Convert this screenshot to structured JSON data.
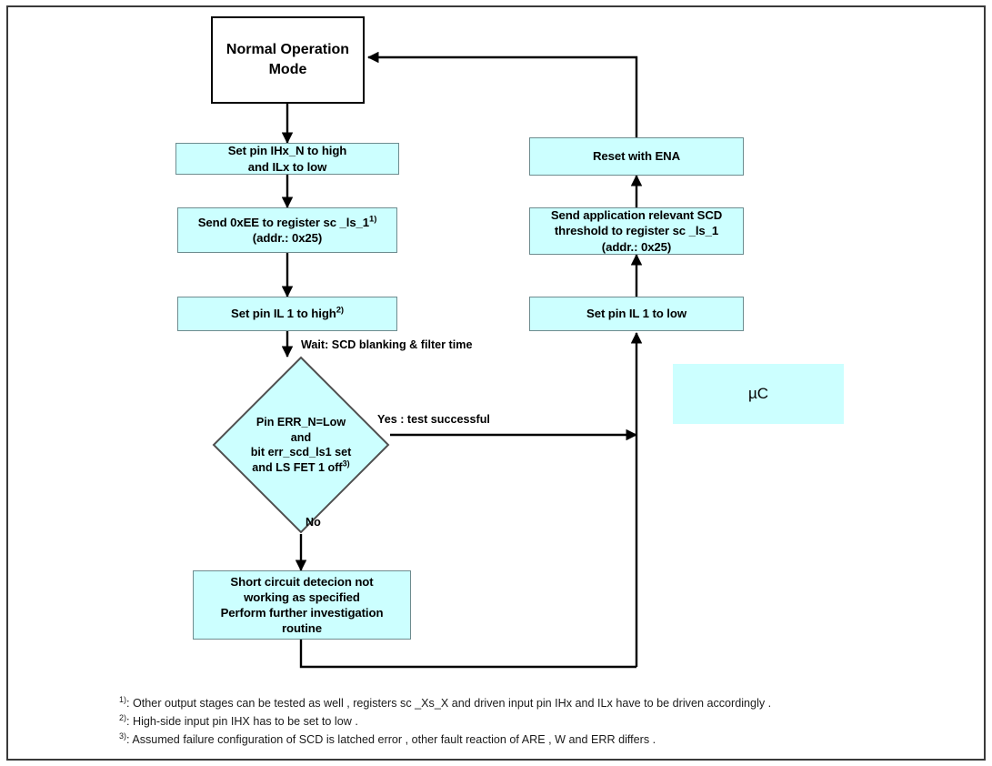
{
  "diagram": {
    "title": "SCD low-side test flow",
    "colors": {
      "node_fill": "#CCFFFF",
      "node_border": "#6E8C8F",
      "terminal_border": "#000000",
      "line": "#000000",
      "frame": "#3A3A3A",
      "background": "#FFFFFF"
    },
    "terminal": {
      "label": "Normal Operation\nMode"
    },
    "left_nodes": [
      {
        "id": "set-ihx-n",
        "label": "Set pin IHx_N to high\nand ILx to low"
      },
      {
        "id": "send-0xee",
        "label_line1": "Send 0xEE to register sc _ls_1",
        "footnote": "1)",
        "label_line2": "(addr.: 0x25)"
      },
      {
        "id": "set-il1-high",
        "label_line1": "Set pin IL 1 to high",
        "footnote": "2)"
      },
      {
        "id": "failure-note",
        "label": "Short circuit detecion not\nworking as specified\nPerform further investigation\nroutine"
      }
    ],
    "decision": {
      "id": "err-check",
      "label_line1": "Pin ERR_N=Low",
      "label_line2": "and",
      "label_line3": "bit err_scd_ls1 set",
      "label_line4": "and LS FET 1 off",
      "footnote": "3)",
      "yes_label": "Yes : test successful",
      "no_label": "No"
    },
    "right_nodes": [
      {
        "id": "reset-ena",
        "label": "Reset with ENA"
      },
      {
        "id": "send-threshold",
        "label": "Send application relevant SCD\nthreshold to register sc _ls_1\n(addr.: 0x25)"
      },
      {
        "id": "set-il1-low",
        "label": "Set pin IL 1 to low"
      }
    ],
    "wait_label": "Wait: SCD blanking  & filter time",
    "legend": {
      "label": "µC"
    },
    "footnotes": [
      {
        "mark": "1)",
        "text": ": Other output stages can be tested as well  , registers sc _Xs_X and driven input pin IHx and ILx have to be driven accordingly  ."
      },
      {
        "mark": "2)",
        "text": ": High-side input pin IHX has to be set to low  ."
      },
      {
        "mark": "3)",
        "text": ": Assumed failure configuration of SCD is latched error  , other fault reaction of ARE  , W and ERR differs ."
      }
    ]
  }
}
